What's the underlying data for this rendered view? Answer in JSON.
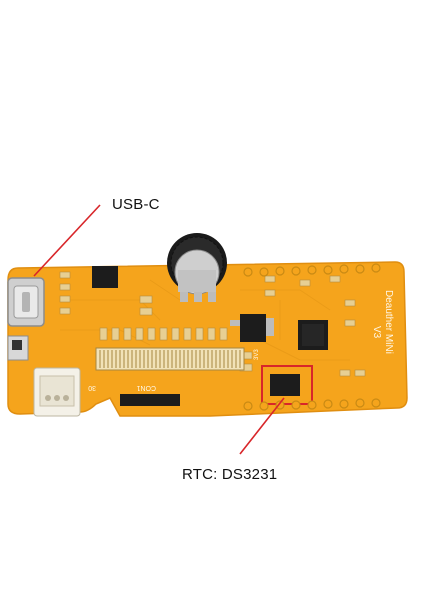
{
  "callouts": {
    "usb": "USB-C",
    "rtc": "RTC: DS3231"
  },
  "board_silkscreen": {
    "name": "Deauther MiNi",
    "version": "V3",
    "connector": "CON1",
    "pin_count": "30",
    "voltage": "3V3"
  },
  "colors": {
    "pcb": "#f5a41c",
    "pcb_edge": "#e08e10",
    "pads": "#e7cf93",
    "chip": "#1c1c1c",
    "highlight_box": "#d8262a",
    "pointer": "#d8262a"
  }
}
